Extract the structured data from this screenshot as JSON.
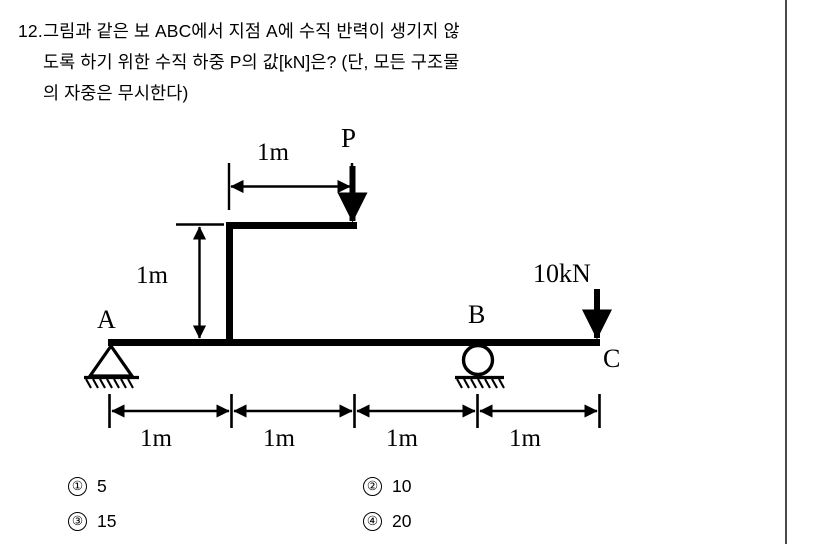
{
  "page": {
    "background_color": "#ffffff",
    "ink_color": "#000000",
    "divider_color": "#4a4a4a"
  },
  "question": {
    "number": "12.",
    "lines": [
      "그림과 같은 보 ABC에서 지점 A에 수직 반력이 생기지 않",
      "도록 하기 위한 수직 하중 P의 값[kN]은? (단, 모든 구조물",
      "의 자중은 무시한다)"
    ]
  },
  "figure": {
    "title": "beam-abc-free-body-diagram",
    "labels": {
      "support_a": "A",
      "support_b": "B",
      "end_c": "C",
      "load_p": "P",
      "load_10kn": "10kN",
      "column_height": "1m",
      "arm_length": "1m"
    },
    "span_dimensions": [
      "1m",
      "1m",
      "1m",
      "1m"
    ],
    "supports": {
      "a_type": "pin",
      "b_type": "roller"
    },
    "loads": [
      {
        "name": "P",
        "magnitude_text": "P",
        "direction": "down",
        "location": "end of overhanging arm above beam"
      },
      {
        "name": "10kN",
        "magnitude_text": "10kN",
        "direction": "down",
        "location": "point C"
      }
    ]
  },
  "choices": [
    {
      "marker": "①",
      "label": "5"
    },
    {
      "marker": "②",
      "label": "10"
    },
    {
      "marker": "③",
      "label": "15"
    },
    {
      "marker": "④",
      "label": "20"
    }
  ]
}
